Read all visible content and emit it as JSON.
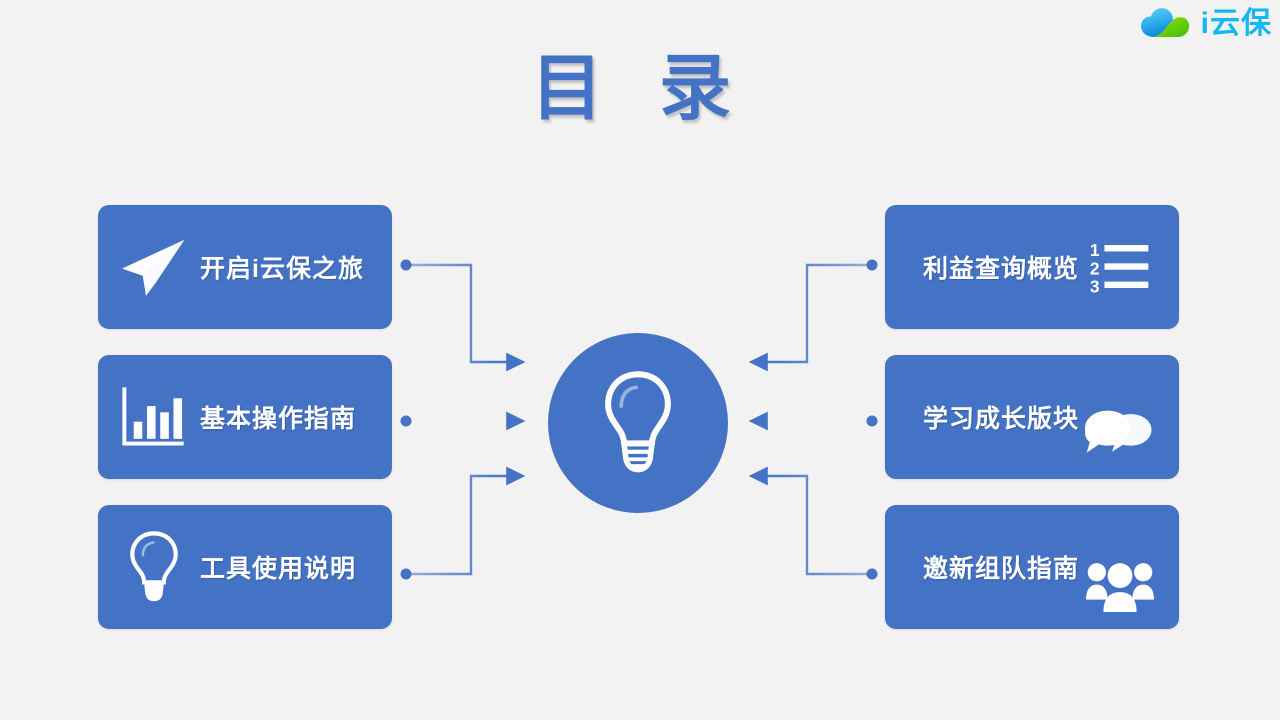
{
  "slide": {
    "title": "目 录",
    "background_color": "#F2F2F2",
    "accent_color": "#4472C4"
  },
  "logo": {
    "icon_name": "cloud-logo-icon",
    "brand_text": "i云保",
    "brand_color": "#15B7F0",
    "cloud_colors": [
      "#3BC8F5",
      "#1E9CE8",
      "#8CD400",
      "#57C000"
    ]
  },
  "hub": {
    "icon_name": "lightbulb-icon",
    "color": "#4472C4"
  },
  "left_cards": [
    {
      "label": "开启i云保之旅",
      "icon_name": "paper-plane-icon"
    },
    {
      "label": "基本操作指南",
      "icon_name": "bar-chart-icon"
    },
    {
      "label": "工具使用说明",
      "icon_name": "lightbulb-icon"
    }
  ],
  "right_cards": [
    {
      "label": "利益查询概览",
      "icon_name": "numbered-list-icon",
      "list_numbers": [
        "1",
        "2",
        "3"
      ]
    },
    {
      "label": "学习成长版块",
      "icon_name": "speech-bubbles-icon"
    },
    {
      "label": "邀新组队指南",
      "icon_name": "people-group-icon"
    }
  ],
  "connectors": {
    "line_color": "#4472C4",
    "count": 6
  }
}
